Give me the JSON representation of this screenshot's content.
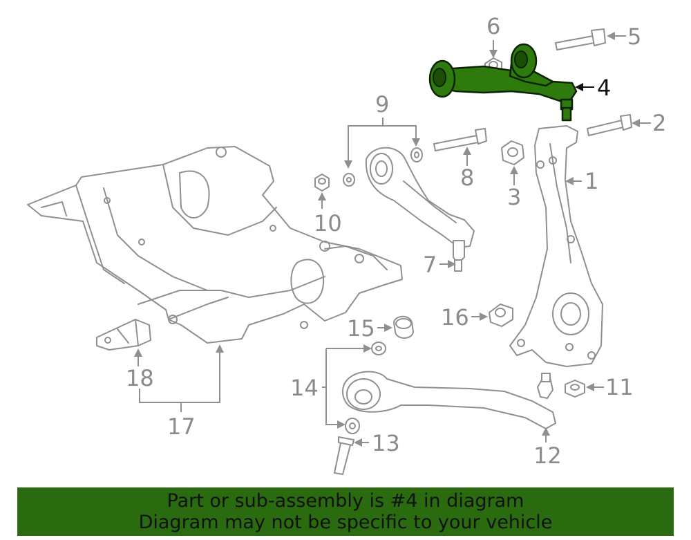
{
  "highlighted_part": "4",
  "callouts": {
    "c1": "1",
    "c2": "2",
    "c3": "3",
    "c4": "4",
    "c5": "5",
    "c6": "6",
    "c7": "7",
    "c8": "8",
    "c9": "9",
    "c10": "10",
    "c11": "11",
    "c12": "12",
    "c13": "13",
    "c14": "14",
    "c15": "15",
    "c16": "16",
    "c17": "17",
    "c18": "18"
  },
  "colors": {
    "highlight": "#2f7a0c",
    "banner": "#2a6b0f",
    "line_art": "#8f8f8f"
  },
  "banner": {
    "line1": "Part or sub-assembly is #4 in diagram",
    "line2": "Diagram may not be specific to your vehicle"
  }
}
